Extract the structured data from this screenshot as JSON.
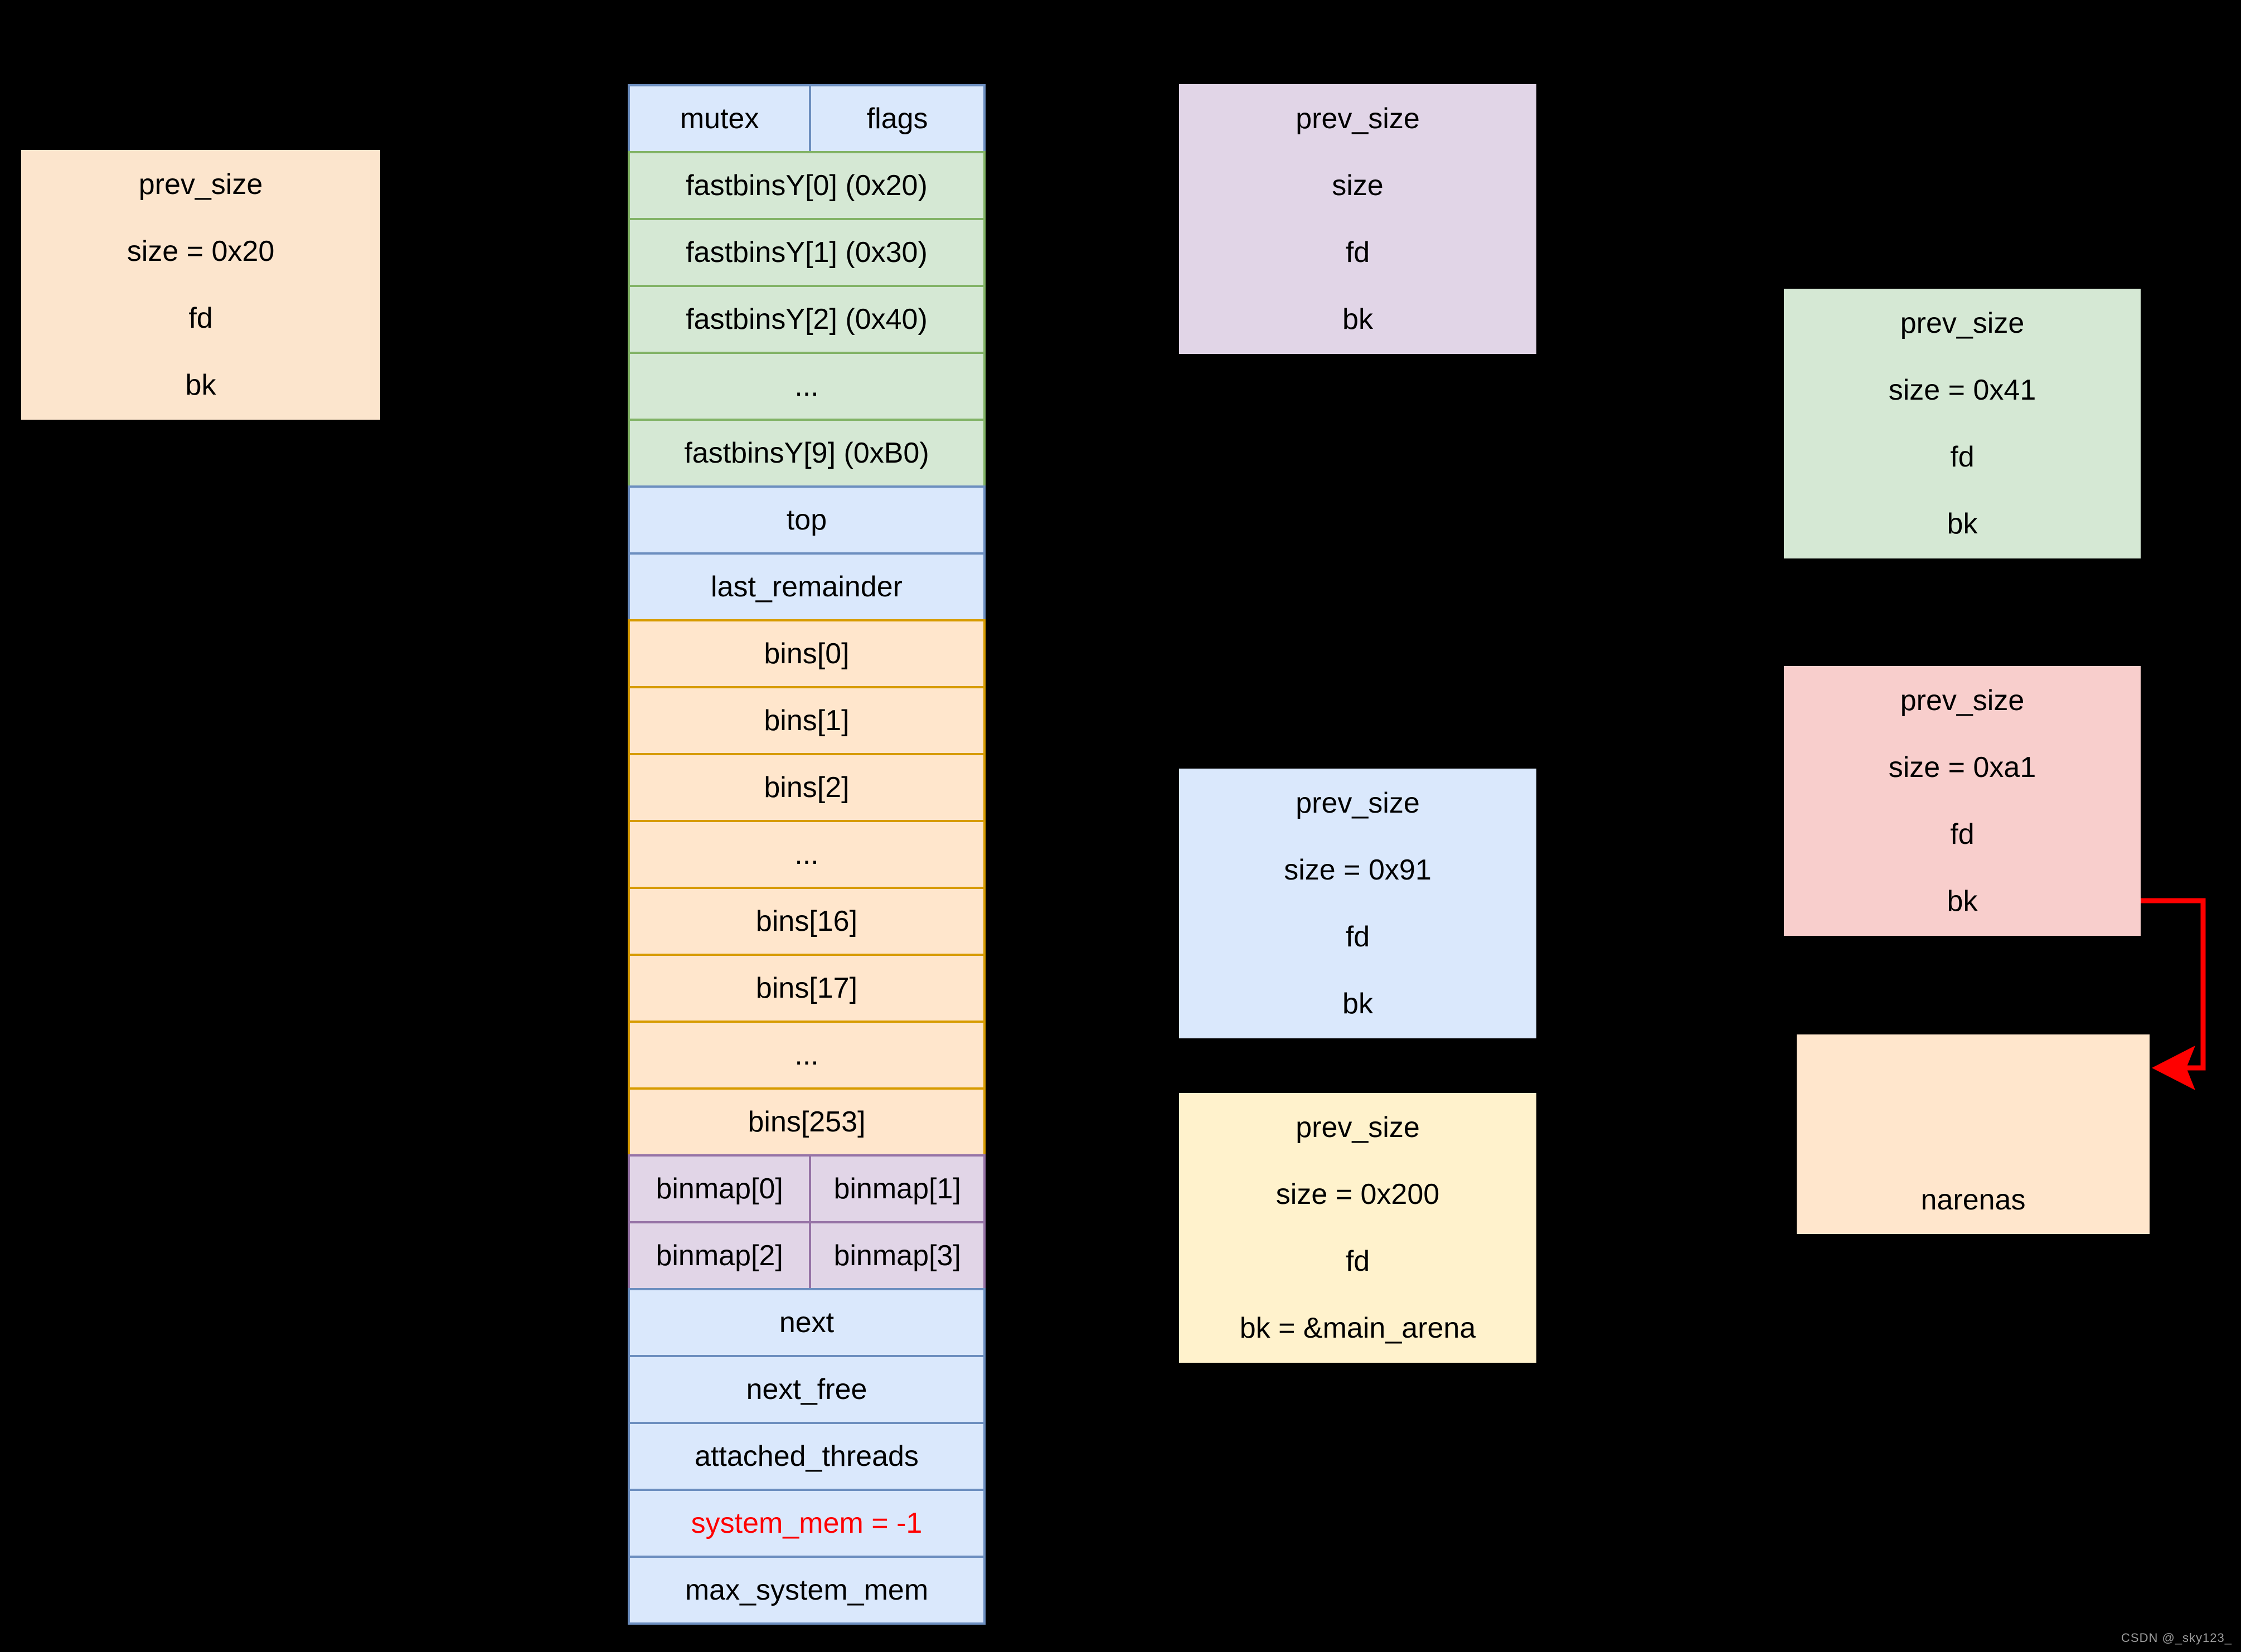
{
  "colors": {
    "background": "#000000",
    "blue_fill": "#dae8fc",
    "blue_border": "#6c8ebf",
    "green_fill": "#d5e8d4",
    "green_border": "#82b366",
    "orange_fill": "#ffe6cc",
    "orange_border": "#d79b00",
    "peach_fill": "#fce5cd",
    "peach_border": "#bf9000",
    "purple_fill": "#e1d5e7",
    "purple_border": "#9673a6",
    "yellow_fill": "#fff2cc",
    "yellow_border": "#d6b656",
    "red_fill": "#f8cecc",
    "red_border": "#b85450",
    "arrow": "#ff0000",
    "highlight_text": "#ff0000",
    "watermark_text": "#9c9c9c"
  },
  "chunks": {
    "fast_chunk_0x20": {
      "rows": [
        "prev_size",
        "size = 0x20",
        "fd",
        "bk"
      ]
    },
    "generic_chunk": {
      "rows": [
        "prev_size",
        "size",
        "fd",
        "bk"
      ]
    },
    "smallbin_chunk_0x91": {
      "rows": [
        "prev_size",
        "size = 0x91",
        "fd",
        "bk"
      ]
    },
    "unsorted_chunk_0x200": {
      "rows": [
        "prev_size",
        "size = 0x200",
        "fd",
        "bk = &main_arena"
      ]
    },
    "chunk_0x41": {
      "rows": [
        "prev_size",
        "size = 0x41",
        "fd",
        "bk"
      ]
    },
    "chunk_0xa1": {
      "rows": [
        "prev_size",
        "size = 0xa1",
        "fd",
        "bk"
      ]
    },
    "narenas_block": {
      "rows": [
        "",
        "",
        "narenas"
      ]
    }
  },
  "main_arena": {
    "mutex": "mutex",
    "flags": "flags",
    "fastbins": [
      "fastbinsY[0] (0x20)",
      "fastbinsY[1] (0x30)",
      "fastbinsY[2] (0x40)",
      "...",
      "fastbinsY[9] (0xB0)"
    ],
    "top": "top",
    "last_remainder": "last_remainder",
    "bins": [
      "bins[0]",
      "bins[1]",
      "bins[2]",
      "...",
      "bins[16]",
      "bins[17]",
      "...",
      "bins[253]"
    ],
    "binmap": [
      [
        "binmap[0]",
        "binmap[1]"
      ],
      [
        "binmap[2]",
        "binmap[3]"
      ]
    ],
    "tail": [
      "next",
      "next_free",
      "attached_threads",
      "system_mem = -1",
      "max_system_mem"
    ]
  },
  "watermark": "CSDN @_sky123_"
}
